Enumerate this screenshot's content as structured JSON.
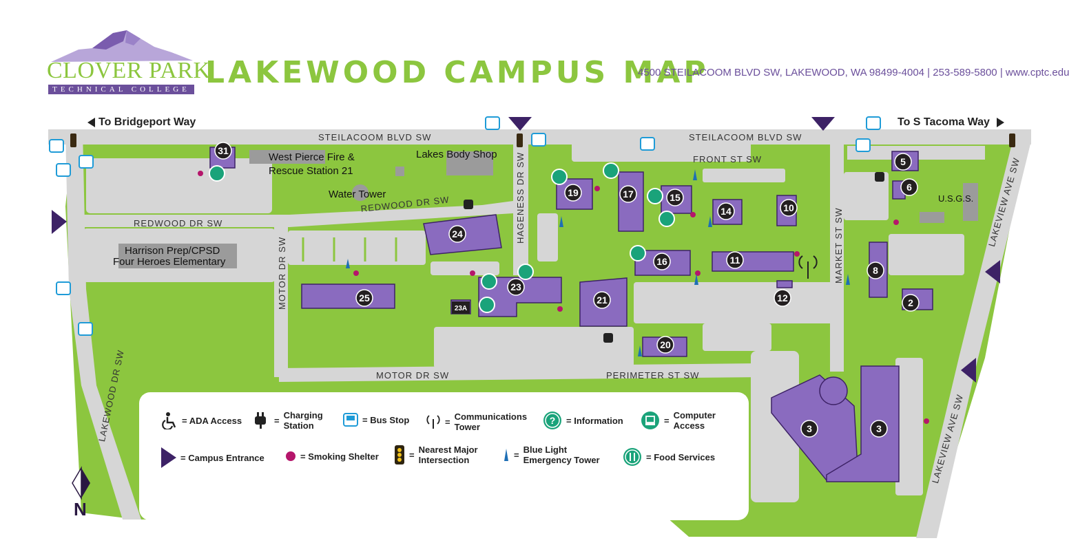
{
  "header": {
    "brand_name": "CLOVER PARK",
    "brand_sub": "TECHNICAL COLLEGE",
    "title": "LAKEWOOD CAMPUS MAP",
    "address": "4500 STEILACOOM BLVD SW, LAKEWOOD, WA 98499-4004 | 253-589-5800 | www.cptc.edu"
  },
  "directions": {
    "west": "To Bridgeport Way",
    "east": "To S Tacoma Way"
  },
  "streets": {
    "steilacoom_west": "STEILACOOM BLVD SW",
    "steilacoom_east": "STEILACOOM BLVD SW",
    "front": "FRONT ST SW",
    "redwood_west": "REDWOOD DR SW",
    "redwood_east": "REDWOOD DR SW",
    "motor_vertical": "MOTOR DR SW",
    "motor_bottom": "MOTOR DR SW",
    "hageness": "HAGENESS DR SW",
    "market": "MARKET ST SW",
    "perimeter": "PERIMETER ST SW",
    "lakewood": "LAKEWOOD DR SW",
    "lakeview_north": "LAKEVIEW AVE SW",
    "lakeview_south": "LAKEVIEW AVE SW"
  },
  "landmarks": {
    "fire_station_line1": "West Pierce Fire &",
    "fire_station_line2": "Rescue Station 21",
    "body_shop": "Lakes Body Shop",
    "water_tower": "Water Tower",
    "school_line1": "Harrison Prep/CPSD",
    "school_line2": "Four Heroes Elementary",
    "usgs": "U.S.G.S."
  },
  "buildings": {
    "b31": "31",
    "b24": "24",
    "b25": "25",
    "b23": "23",
    "b23a": "23A",
    "b19": "19",
    "b17": "17",
    "b15": "15",
    "b14": "14",
    "b10": "10",
    "b16": "16",
    "b11": "11",
    "b12": "12",
    "b21": "21",
    "b20": "20",
    "b5": "5",
    "b6": "6",
    "b8": "8",
    "b2": "2",
    "b3a": "3",
    "b3b": "3"
  },
  "compass": "N",
  "legend": {
    "ada": "= ADA Access",
    "charging": "Charging\nStation",
    "bus": "= Bus Stop",
    "comms": "Communications\nTower",
    "info": "= Information",
    "computer": "Computer\nAccess",
    "entrance": "= Campus Entrance",
    "smoking": "= Smoking Shelter",
    "intersection": "Nearest Major\nIntersection",
    "bluelight": "Blue Light\nEmergency Tower",
    "food": "= Food Services"
  },
  "colors": {
    "grass": "#8cc63f",
    "road": "#d6d6d6",
    "building": "#8a6bbf",
    "accent_purple": "#3d2266",
    "info_green": "#1aa37a",
    "bus_blue": "#1e9bd7",
    "smoking": "#b5166b"
  },
  "icons": [
    "ada-icon",
    "charging-icon",
    "bus-icon",
    "communications-tower-icon",
    "information-icon",
    "computer-icon",
    "campus-entrance-icon",
    "smoking-shelter-icon",
    "traffic-light-icon",
    "blue-light-icon",
    "food-services-icon"
  ]
}
